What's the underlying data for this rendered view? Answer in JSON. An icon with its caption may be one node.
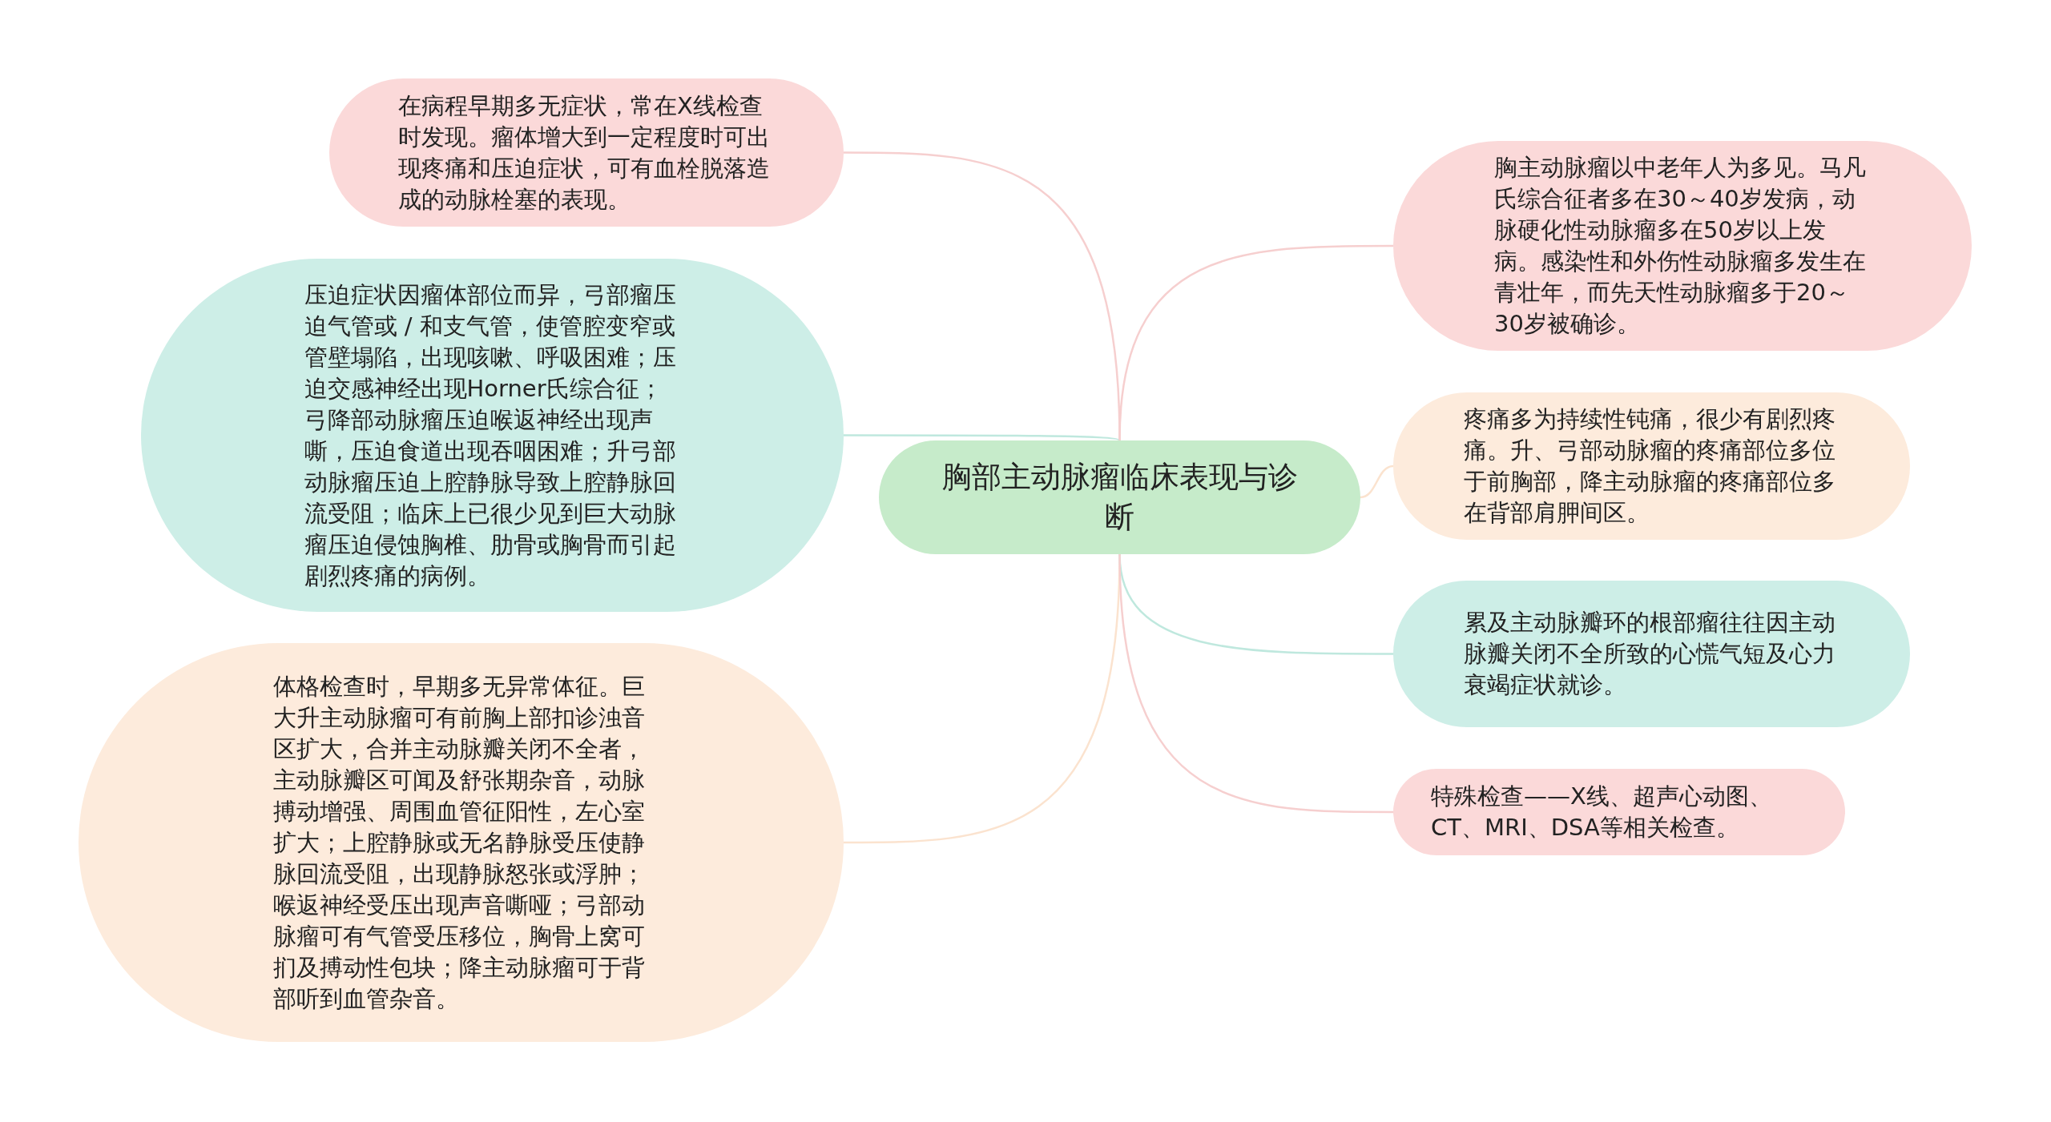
{
  "diagram": {
    "nodes": [
      {
        "text": [
          "胸部主动脉瘤临床表现与诊断"
        ]
      },
      {
        "text": [
          "在病程早期多无症状，常在X线检查时发现。瘤体增大到一定程度时可出现疼痛和压迫症状，可有血栓脱落造成的动脉栓塞的表现。"
        ]
      },
      {
        "text": [
          "压迫症状因瘤体部位而异，弓部瘤压迫气管或 / 和支气管，使管腔变窄或管壁塌陷，出现咳嗽、呼吸困难；压迫交感神经出现Horner氏综合征；弓降部动脉瘤压迫喉返神经出现声嘶，压迫食道出现吞咽困难；升弓部动脉瘤压迫上腔静脉导致上腔静脉回流受阻；临床上已很少见到巨大动脉瘤压迫侵蚀胸椎、肋骨或胸骨而引起剧烈疼痛的病例。"
        ]
      },
      {
        "text": [
          "体格检查时，早期多无异常体征。巨大升主动脉瘤可有前胸上部扣诊浊音区扩大，合并主动脉瓣关闭不全者，主动脉瓣区可闻及舒张期杂音，动脉搏动增强、周围血管征阳性，左心室扩大；上腔静脉或无名静脉受压使静脉回流受阻，出现静脉怒张或浮肿；喉返神经受压出现声音嘶哑；弓部动脉瘤可有气管受压移位，胸骨上窝可扪及搏动性包块；降主动脉瘤可于背部听到血管杂音。"
        ]
      },
      {
        "text": [
          "胸主动脉瘤以中老年人为多见。马凡氏综合征者多在30～40岁发病，动脉硬化性动脉瘤多在50岁以上发病。感染性和外伤性动脉瘤多发生在青壮年，而先天性动脉瘤多于20～30岁被确诊。"
        ]
      },
      {
        "text": [
          "疼痛多为持续性钝痛，很少有剧烈疼痛。升、弓部动脉瘤的疼痛部位多位于前胸部，降主动脉瘤的疼痛部位多在背部肩胛间区。"
        ]
      },
      {
        "text": [
          "累及主动脉瓣环的根部瘤往往因主动脉瓣关闭不全所致的心慌气短及心力衰竭症状就诊。"
        ]
      },
      {
        "text": [
          "特殊检查——X线、超声心动图、CT、MRI、DSA等相关检查。"
        ]
      }
    ],
    "edges": [
      {
        "from": 0,
        "to": 1,
        "arrow": "none",
        "color": "#f6cfcf"
      },
      {
        "from": 0,
        "to": 2,
        "arrow": "none",
        "color": "#bfe8de"
      },
      {
        "from": 0,
        "to": 3,
        "arrow": "none",
        "color": "#fbe3cf"
      },
      {
        "from": 0,
        "to": 4,
        "arrow": "none",
        "color": "#f6cfcf"
      },
      {
        "from": 0,
        "to": 5,
        "arrow": "none",
        "color": "#fbe3cf"
      },
      {
        "from": 0,
        "to": 6,
        "arrow": "none",
        "color": "#bfe8de"
      },
      {
        "from": 0,
        "to": 7,
        "arrow": "none",
        "color": "#f6cfcf"
      }
    ]
  }
}
